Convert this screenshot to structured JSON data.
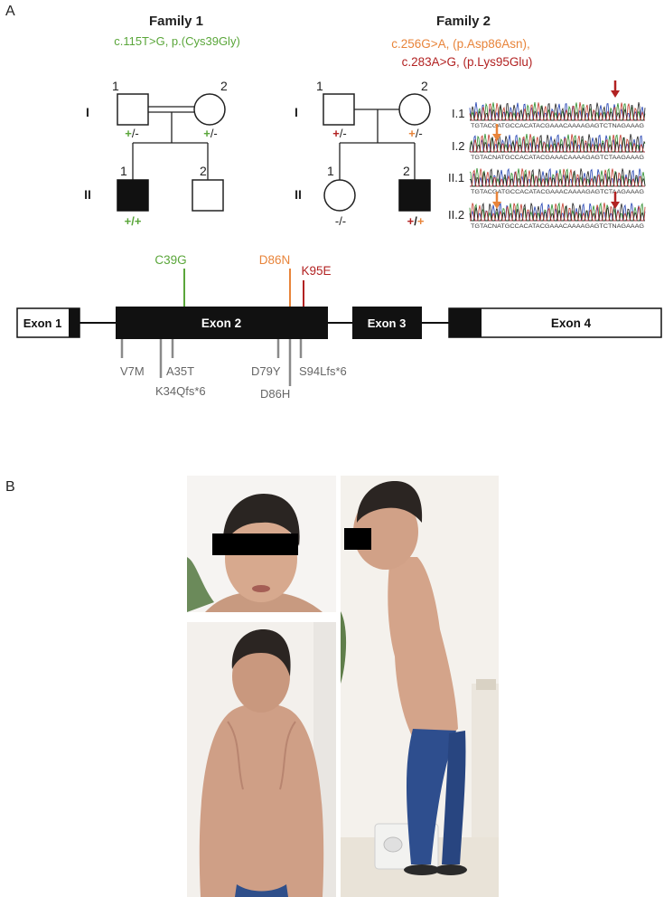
{
  "panels": {
    "a_label": "A",
    "b_label": "B"
  },
  "family1": {
    "title": "Family 1",
    "variant": "c.115T>G, p.(Cys39Gly)",
    "variant_color": "#5aa63a",
    "gen_I": "I",
    "gen_II": "II",
    "I1_num": "1",
    "I2_num": "2",
    "II1_num": "1",
    "II2_num": "2",
    "I1_geno_a": "+",
    "I1_geno_b": "/-",
    "I2_geno_a": "+",
    "I2_geno_b": "/-",
    "II1_geno_a": "+",
    "II1_geno_sep": "/",
    "II1_geno_b": "+"
  },
  "family2": {
    "title": "Family 2",
    "variant1": "c.256G>A, (p.Asp86Asn),",
    "variant1_color": "#e8843a",
    "variant2": "c.283A>G, (p.Lys95Glu)",
    "variant2_color": "#b22222",
    "gen_I": "I",
    "gen_II": "II",
    "I1_num": "1",
    "I2_num": "2",
    "II1_num": "1",
    "II2_num": "2",
    "I1_geno_a": "+",
    "I1_geno_b": "/-",
    "I2_geno_a": "+",
    "I2_geno_b": "/-",
    "II1_geno": "-/-",
    "II2_geno_a": "+",
    "II2_geno_sep": "/",
    "II2_geno_b": "+"
  },
  "chromatograms": [
    {
      "label": "I.1",
      "seq": "TGTACGATGCCACATACGAAACAAAAGAGTCTNAGAAAG",
      "arrow": "red"
    },
    {
      "label": "I.2",
      "seq": "TGTACNATGCCACATACGAAACAAAAGAGTCTAAGAAAG",
      "arrow": "orange"
    },
    {
      "label": "II.1",
      "seq": "TGTACGATGCCACATACGAAACAAAAGAGTCTAAGAAAG",
      "arrow": "none"
    },
    {
      "label": "II.2",
      "seq": "TGTACNATGCCACATACGAAACAAAAGAGTCTNAGAAAG",
      "arrow": "both"
    }
  ],
  "gene": {
    "exon1": "Exon 1",
    "exon2": "Exon 2",
    "exon3": "Exon 3",
    "exon4": "Exon 4",
    "top_variants": [
      {
        "label": "C39G",
        "color": "#5aa63a"
      },
      {
        "label": "D86N",
        "color": "#e8843a"
      },
      {
        "label": "K95E",
        "color": "#b22222"
      }
    ],
    "bottom_variants": [
      "V7M",
      "A35T",
      "K34Qfs*6",
      "D79Y",
      "D86H",
      "S94Lfs*6"
    ]
  },
  "colors": {
    "green": "#5aa63a",
    "orange": "#e8843a",
    "red": "#b22222",
    "gray": "#8a8a8a"
  }
}
